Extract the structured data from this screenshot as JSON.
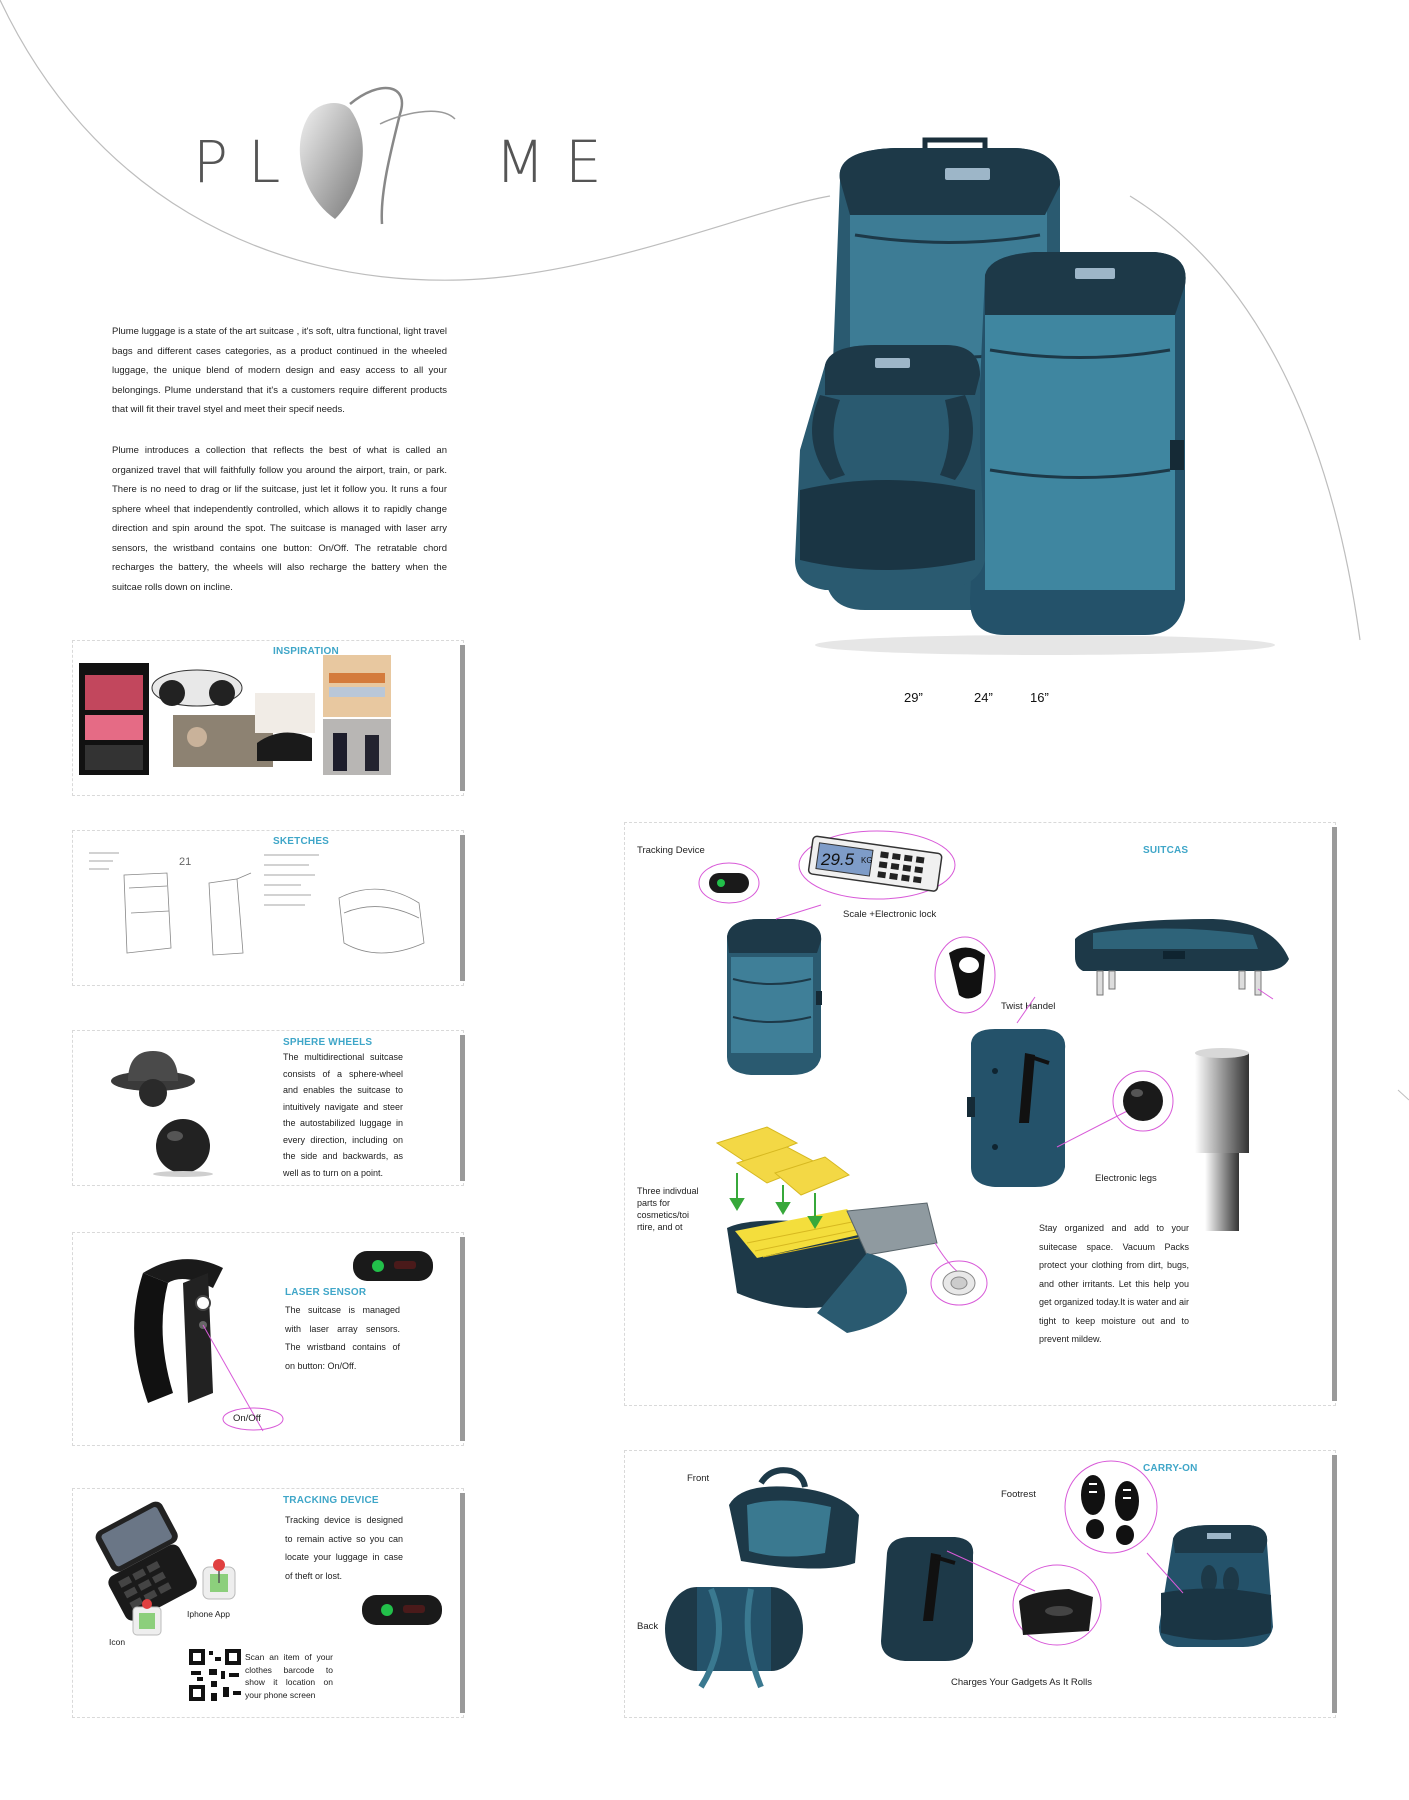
{
  "brand": {
    "logo_left": "PL",
    "logo_right": "ME"
  },
  "intro": {
    "p1": "Plume luggage is a state of the art suitcase , it's soft, ultra functional, light travel bags and different cases categories, as a product continued in the wheeled luggage, the unique blend of modern design and easy access to all your belongings. Plume understand that it's a customers require different products that will fit their travel styel and meet their specif needs.",
    "p2": "Plume introduces a collection that reflects the best of what is called an organized travel that will faithfully follow you around the airport, train, or park. There is no need to drag or lif the suitcase, just let it follow you. It runs a four sphere wheel that independently controlled, which allows it to rapidly change direction and spin around the spot. The suitcase is managed with laser arry sensors, the wristband contains one button: On/Off. The retratable chord recharges the battery, the wheels will also recharge the battery when the suitcae rolls down on incline."
  },
  "sizes": [
    "29”",
    "24”",
    "16”"
  ],
  "inspiration": {
    "title": "INSPIRATION"
  },
  "sketches": {
    "title": "SKETCHES",
    "scale_display": "21"
  },
  "sphere_wheels": {
    "title": "SPHERE WHEELS",
    "text": "The multidirectional suitcase consists of a sphere-wheel and enables the suitcase to intuitively navigate and steer the autostabilized luggage in every direction, including on the side and backwards, as well as to turn on a point."
  },
  "laser_sensor": {
    "title": "LASER SENSOR",
    "text": "The suitcase is managed with laser array sensors. The wristband contains of on button: On/Off.",
    "callout": "On/Off"
  },
  "tracking_device": {
    "title": "TRACKING DEVICE",
    "text": "Tracking device is designed to remain active so you can locate your luggage in case of theft or lost.",
    "iphone_app": "Iphone App",
    "icon": "Icon",
    "qr_text": "Scan an item of your clothes barcode to show it location on your phone screen"
  },
  "suitcase": {
    "title": "SUITCAS",
    "tracking_device": "Tracking Device",
    "scale_lock": "Scale +Electronic lock",
    "scale_display": "29.5",
    "scale_unit": "KG",
    "twist_handle": "Twist Handel",
    "electronic_legs": "Electronic legs",
    "three_parts": "Three indivdual parts for cosmetics/toi rtire, and ot",
    "vacuum_text": "Stay organized and add to your suitecase space. Vacuum Packs protect your clothing from dirt, bugs, and other irritants. Let this help you get organized today.It is water and air tight to keep moisture out and to prevent mildew."
  },
  "carry_on": {
    "title": "CARRY-ON",
    "front": "Front",
    "back": "Back",
    "footrest": "Footrest",
    "charges": "Charges Your Gadgets As It Rolls"
  },
  "colors": {
    "accent": "#3fa6c8",
    "case_dark": "#1f3b4c",
    "case_mid": "#2e6379",
    "case_light": "#3f7f98",
    "callout": "#d85ad8",
    "arrow": "#37a83a",
    "yellow": "#f4de3c"
  }
}
